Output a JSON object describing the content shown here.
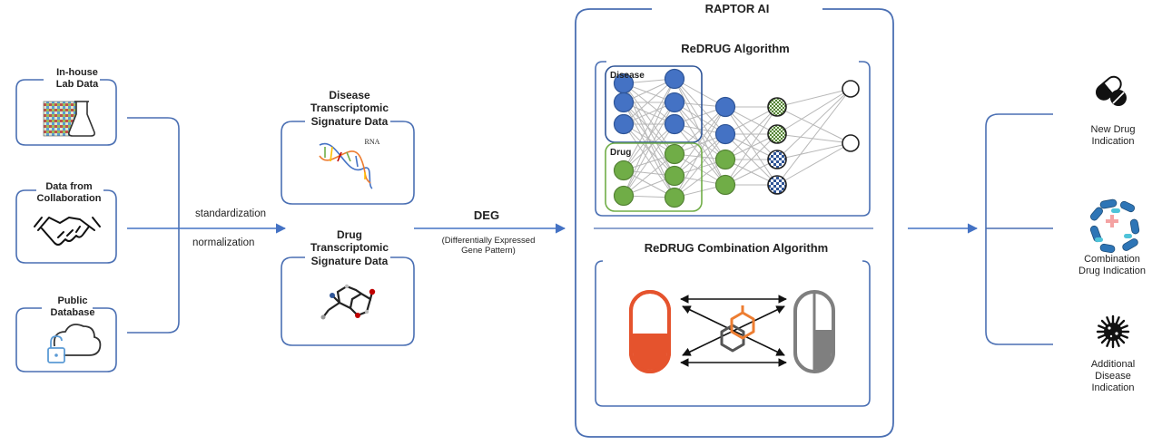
{
  "sources": {
    "inhouse": "In-house\nLab Data",
    "collab": "Data from\nCollaboration",
    "public": "Public\nDatabase"
  },
  "process": {
    "standardization": "standardization",
    "normalization": "normalization"
  },
  "signatures": {
    "disease": "Disease\nTranscriptomic\nSignature Data",
    "rna_label": "RNA",
    "drug": "Drug\nTranscriptomic\nSignature Data"
  },
  "deg": {
    "title": "DEG",
    "subtitle": "(Differentially Expressed\nGene Pattern)"
  },
  "raptor": {
    "title": "RAPTOR AI",
    "redrug_title": "ReDRUG Algorithm",
    "disease_label": "Disease",
    "drug_label": "Drug",
    "combination_title": "ReDRUG Combination Algorithm"
  },
  "outputs": {
    "new_drug": "New Drug\nIndication",
    "combination": "Combination\nDrug Indication",
    "additional": "Additional\nDisease\nIndication"
  },
  "colors": {
    "frame": "#4a6fb3",
    "disease_node": "#4472c4",
    "drug_node": "#70ad47",
    "drug_box": "#70ad47",
    "pill_orange": "#e5532d",
    "pill_gray": "#7f7f7f",
    "hexagon_orange": "#ed7d31"
  }
}
